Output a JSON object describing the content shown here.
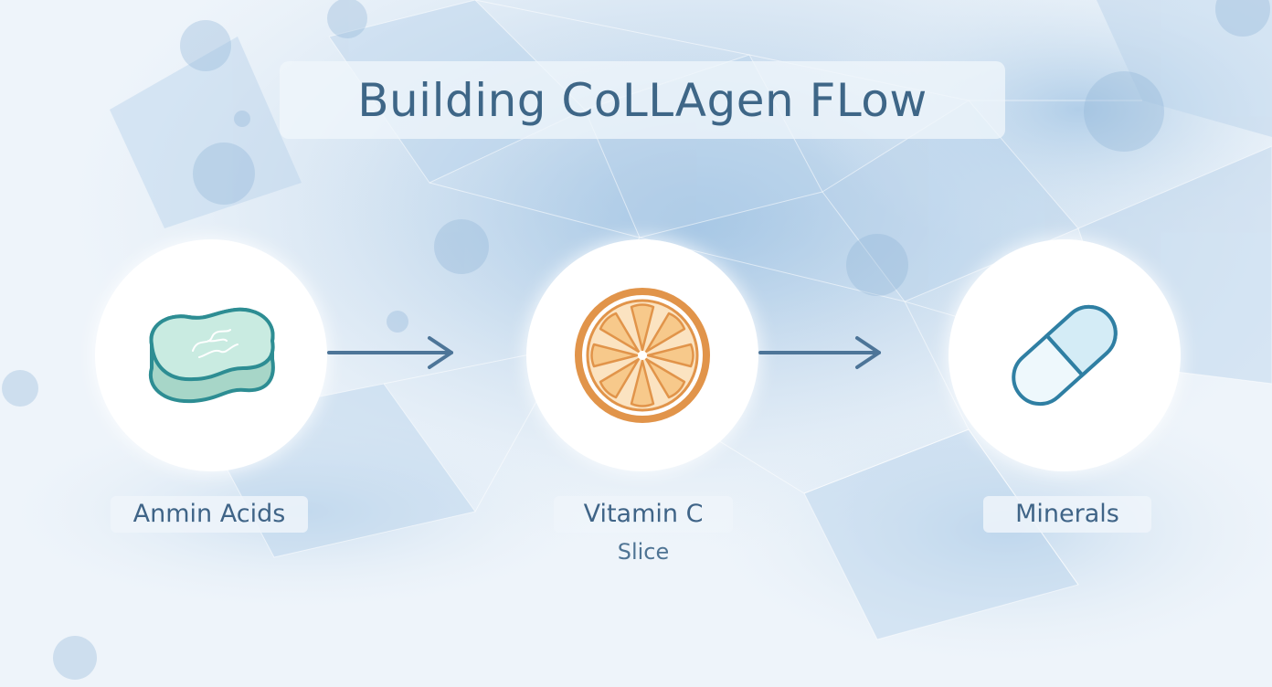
{
  "title": "Building CoLLAgen FLow",
  "nodes": [
    {
      "label": "Anmin Acids",
      "icon": "amino-acid-blob-icon"
    },
    {
      "label": "Vitamin C",
      "sublabel": "Slice",
      "icon": "orange-slice-icon"
    },
    {
      "label": "Minerals",
      "icon": "capsule-pill-icon"
    }
  ],
  "colors": {
    "title": "#3e6687",
    "label": "#3f6487",
    "arrow": "#4d7598",
    "blob_fill": "#bfe3d9",
    "blob_stroke": "#2d8d93",
    "orange_rind": "#e1944a",
    "orange_flesh": "#f7c98b",
    "capsule_stroke": "#2f7fa3"
  }
}
